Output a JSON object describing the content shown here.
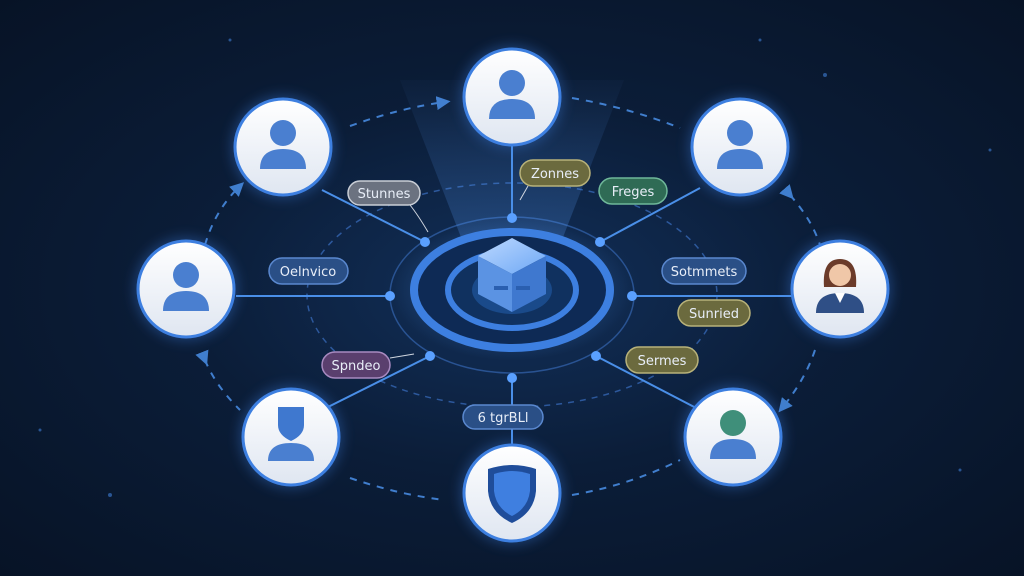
{
  "diagram": {
    "hub": {
      "icon": "cube-icon",
      "color": "#4a8fe8"
    },
    "nodes": [
      {
        "id": "top",
        "icon": "person-icon"
      },
      {
        "id": "top-left",
        "icon": "person-icon"
      },
      {
        "id": "top-right",
        "icon": "person-icon"
      },
      {
        "id": "left",
        "icon": "person-icon"
      },
      {
        "id": "right",
        "icon": "woman-icon"
      },
      {
        "id": "bottom-left",
        "icon": "shield-person-icon"
      },
      {
        "id": "bottom",
        "icon": "shield-icon"
      },
      {
        "id": "bottom-right",
        "icon": "person-green-icon"
      }
    ],
    "labels": {
      "l1": "Stunnes",
      "l2": "Zonnes",
      "l3": "Freges",
      "l4": "Oelnvico",
      "l5": "Sotmmets",
      "l6": "Sunried",
      "l7": "Spndeo",
      "l8": "Sermes",
      "l9": "6 tgrBLl"
    },
    "colors": {
      "background": "#0b1d38",
      "line": "#4a8fe8",
      "node_fill": "#eef2f8",
      "node_ring": "#3d7fe0",
      "tag_gray": "#6b7280",
      "tag_olive": "#6b6a3e",
      "tag_green": "#2f6b55",
      "tag_blue": "#2a4f86",
      "tag_purple": "#5a3f6e"
    }
  }
}
